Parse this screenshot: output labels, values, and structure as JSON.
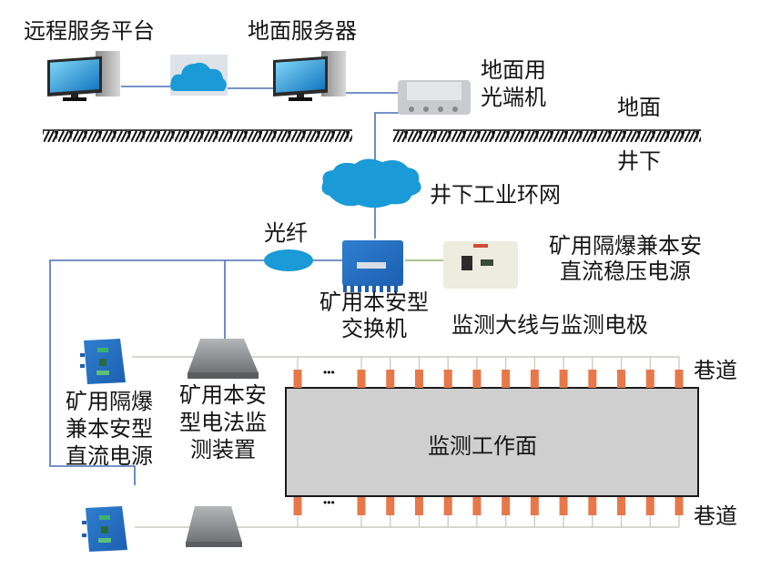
{
  "labels": {
    "remote_platform": "远程服务平台",
    "ground_server": "地面服务器",
    "ground_optical_terminal": [
      "地面用",
      "光端机"
    ],
    "ground": "地面",
    "underground": "井下",
    "industrial_ring_network": "井下工业环网",
    "optical_fiber": "光纤",
    "mining_switch": [
      "矿用本安型",
      "交换机"
    ],
    "regulated_power_supply": [
      "矿用隔爆兼本安",
      "直流稳压电源"
    ],
    "monitoring_cable_electrodes": "监测大线与监测电极",
    "tunnel_top": "巷道",
    "tunnel_bottom": "巷道",
    "dc_power_supply": [
      "矿用隔爆",
      "兼本安型",
      "直流电源"
    ],
    "electrical_monitor": [
      "矿用本安",
      "型电法监",
      "测装置"
    ],
    "working_face": "监测工作面",
    "ellipsis_top": "···",
    "ellipsis_bottom": "···"
  },
  "icons": {
    "computer": "desktop-computer-icon",
    "cloud": "cloud-icon",
    "optical_terminal": "optical-terminal-device-icon",
    "switch": "mining-switch-device-icon",
    "power_supply": "power-supply-device-icon",
    "monitor_device": "electrical-monitor-device-icon",
    "electrode": "electrode-icon"
  },
  "colors": {
    "link_line": "#4a6fb5",
    "cloud_fill": "#1a9ad6",
    "electrode": "#e8784a",
    "working_face_fill": "#cfcfcf",
    "cable_line": "#c8cbc0",
    "ground_hatch": "#111111"
  },
  "electrode_count_per_side": 13
}
